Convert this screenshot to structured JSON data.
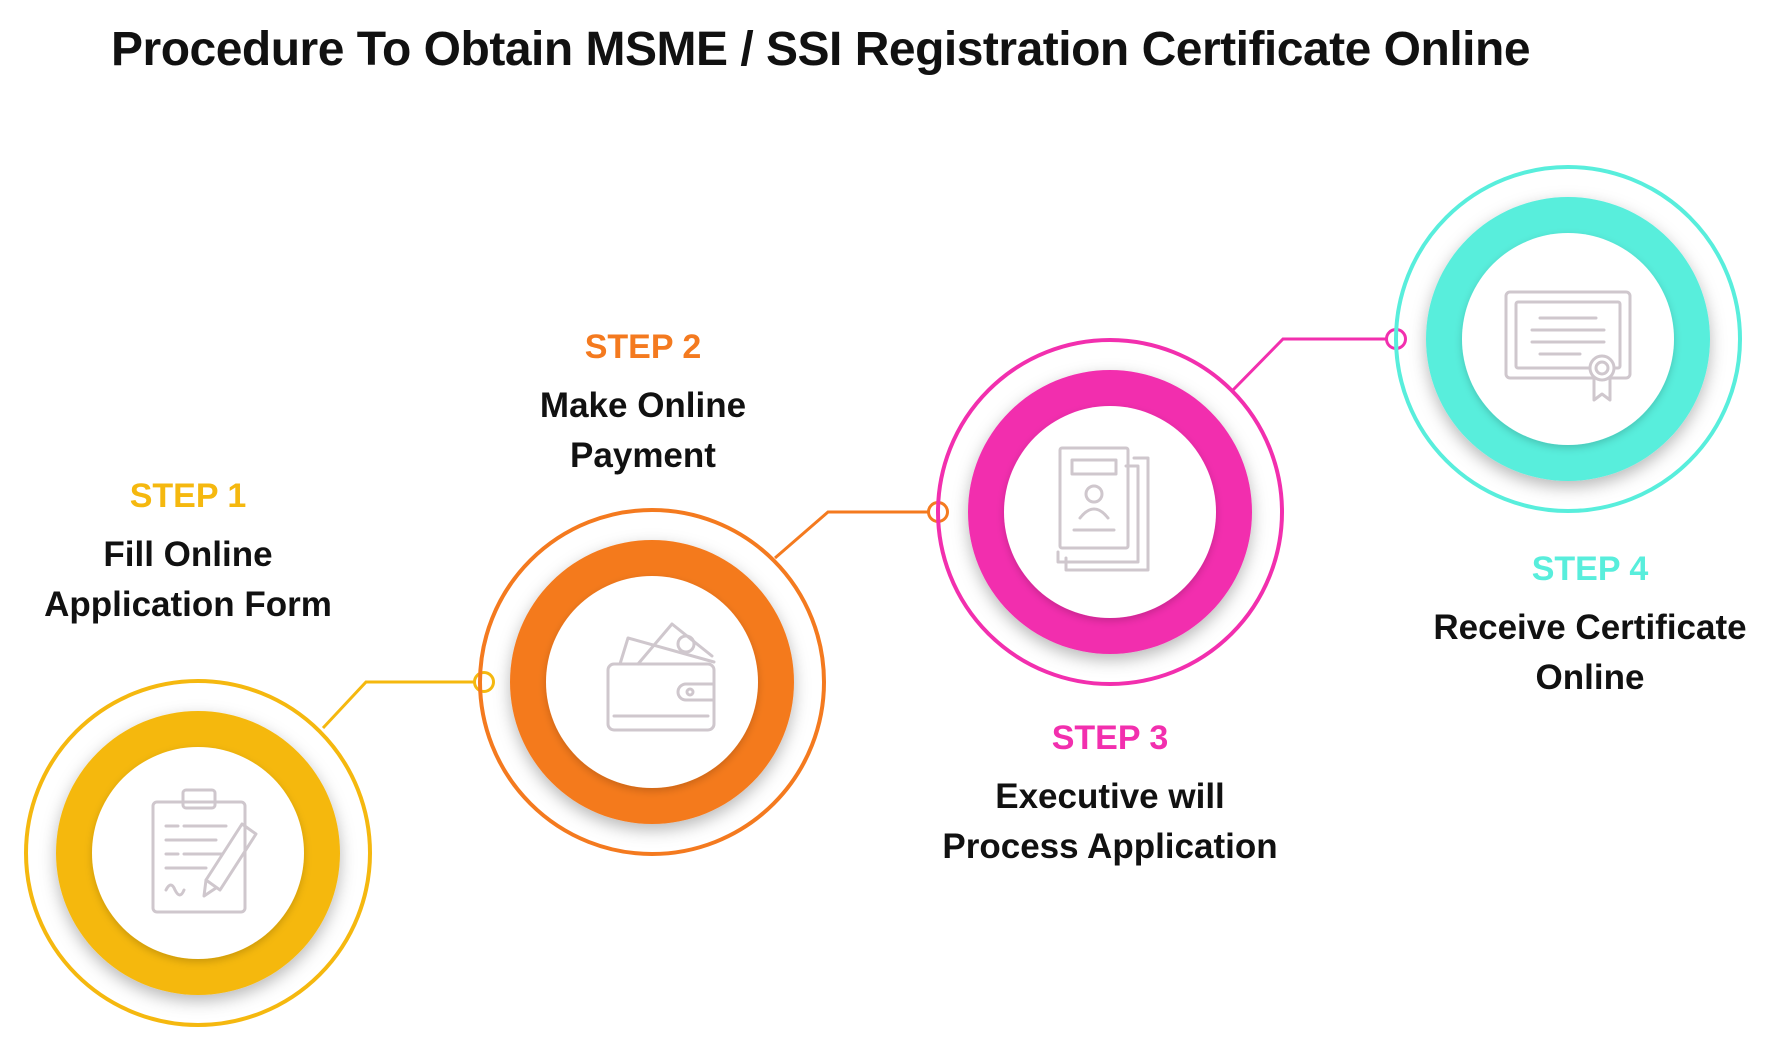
{
  "title": "Procedure To Obtain MSME / SSI Registration Certificate Online",
  "steps": [
    {
      "step_label": "STEP 1",
      "line1": "Fill Online",
      "line2": "Application Form",
      "color": "#F5B80F",
      "icon": "clipboard-form-icon"
    },
    {
      "step_label": "STEP 2",
      "line1": "Make Online",
      "line2": "Payment",
      "color": "#F47A1F",
      "icon": "wallet-money-icon"
    },
    {
      "step_label": "STEP 3",
      "line1": "Executive will",
      "line2": "Process Application",
      "color": "#F22FAE",
      "icon": "documents-profile-icon"
    },
    {
      "step_label": "STEP 4",
      "line1": "Receive Certificate",
      "line2": "Online",
      "color": "#58EEDC",
      "icon": "certificate-icon"
    }
  ]
}
